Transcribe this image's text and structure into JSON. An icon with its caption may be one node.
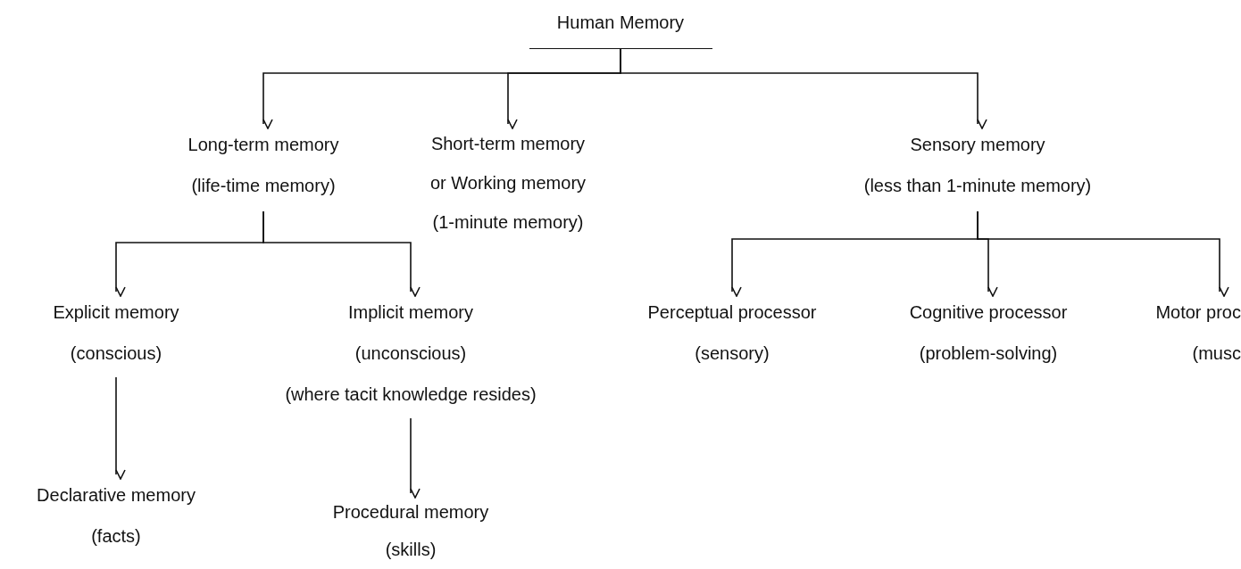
{
  "diagram": {
    "nodes": [
      {
        "text": [
          "Human Memory"
        ]
      },
      {
        "text": [
          "Long-term memory",
          "(life-time memory)"
        ]
      },
      {
        "text": [
          "Short-term memory",
          "or Working memory",
          "(1-minute memory)"
        ]
      },
      {
        "text": [
          "Sensory memory",
          "(less than 1-minute memory)"
        ]
      },
      {
        "text": [
          "Explicit memory",
          "(conscious)"
        ]
      },
      {
        "text": [
          "Implicit memory",
          "(unconscious)",
          "(where tacit knowledge resides)"
        ]
      },
      {
        "text": [
          "Perceptual processor",
          "(sensory)"
        ]
      },
      {
        "text": [
          "Cognitive processor",
          "(problem-solving)"
        ]
      },
      {
        "text": [
          "Motor proc",
          "(musc"
        ]
      },
      {
        "text": [
          "Declarative memory",
          "(facts)"
        ]
      },
      {
        "text": [
          "Procedural memory",
          "(skills)"
        ]
      }
    ],
    "edges": [
      {
        "from": 0,
        "to": 1,
        "arrow": "to"
      },
      {
        "from": 0,
        "to": 2,
        "arrow": "to"
      },
      {
        "from": 0,
        "to": 3,
        "arrow": "to"
      },
      {
        "from": 1,
        "to": 4,
        "arrow": "to"
      },
      {
        "from": 1,
        "to": 5,
        "arrow": "to"
      },
      {
        "from": 3,
        "to": 6,
        "arrow": "to"
      },
      {
        "from": 3,
        "to": 7,
        "arrow": "to"
      },
      {
        "from": 3,
        "to": 8,
        "arrow": "to"
      },
      {
        "from": 4,
        "to": 9,
        "arrow": "to"
      },
      {
        "from": 5,
        "to": 10,
        "arrow": "to"
      }
    ]
  }
}
